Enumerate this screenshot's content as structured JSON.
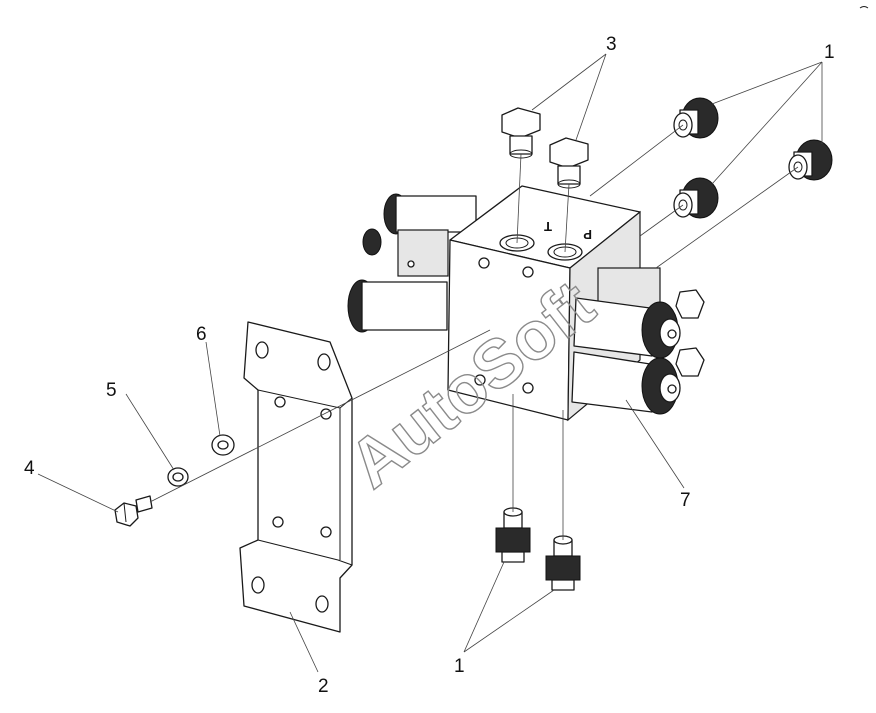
{
  "callouts": {
    "c1_top": "1",
    "c1_bottom": "1",
    "c2": "2",
    "c3": "3",
    "c4": "4",
    "c5": "5",
    "c6": "6",
    "c7": "7"
  },
  "port_labels": {
    "t": "T",
    "p": "P"
  },
  "watermark": "AutoSoft"
}
